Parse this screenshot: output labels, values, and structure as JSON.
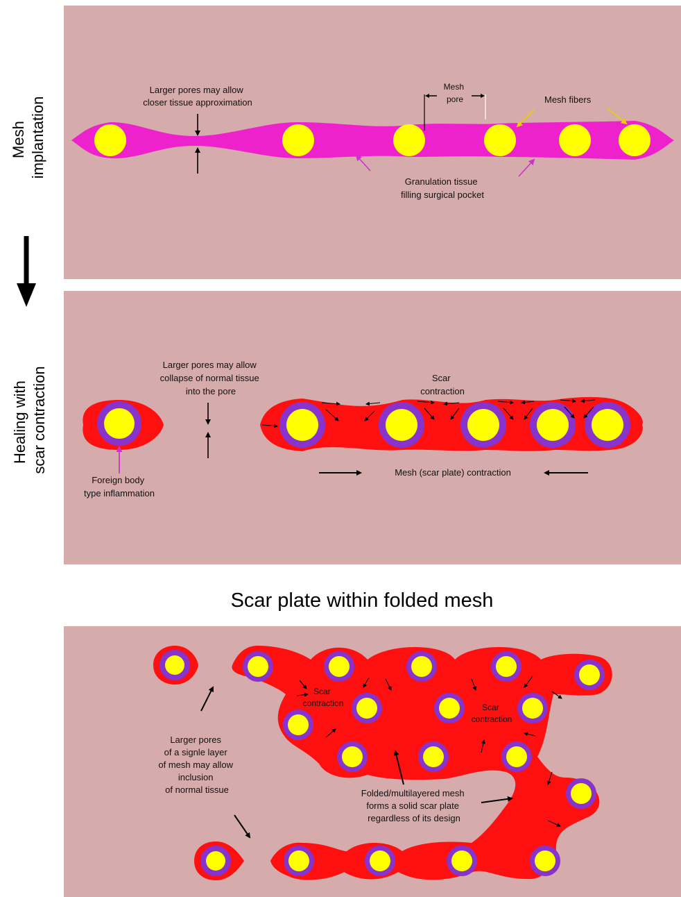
{
  "colors": {
    "panel_bg": "#d6abab",
    "granulation": "#ee22cc",
    "scar": "#ff1010",
    "inflammation": "#8833cc",
    "fiber": "#ffff00",
    "arrow_magenta": "#cc33cc",
    "arrow_yellow": "#e8d000",
    "arrow_dark": "#000000"
  },
  "side_labels": {
    "panel1": [
      "Mesh",
      "implantation"
    ],
    "panel2": [
      "Healing with",
      "scar contraction"
    ]
  },
  "section_title": "Scar plate within folded mesh",
  "panel1": {
    "pores_note": [
      "Larger pores may allow",
      "closer tissue approximation"
    ],
    "mesh_pore": [
      "Mesh",
      "pore"
    ],
    "mesh_fibers": "Mesh fibers",
    "granulation": [
      "Granulation tissue",
      "filling surgical pocket"
    ]
  },
  "panel2": {
    "pores_note": [
      "Larger pores may allow",
      "collapse of normal tissue",
      "into the pore"
    ],
    "scar_contraction": [
      "Scar",
      "contraction"
    ],
    "foreign_body": [
      "Foreign body",
      "type inflammation"
    ],
    "mesh_contraction": "Mesh (scar plate) contraction"
  },
  "panel3": {
    "scar_left": [
      "Scar",
      "contraction"
    ],
    "scar_right": [
      "Scar",
      "contraction"
    ],
    "single_layer": [
      "Larger pores",
      "of a signle layer",
      "of mesh may allow",
      "inclusion",
      "of normal tissue"
    ],
    "folded": [
      "Folded/multilayered mesh",
      "forms a solid scar plate",
      "regardless of its design"
    ]
  }
}
